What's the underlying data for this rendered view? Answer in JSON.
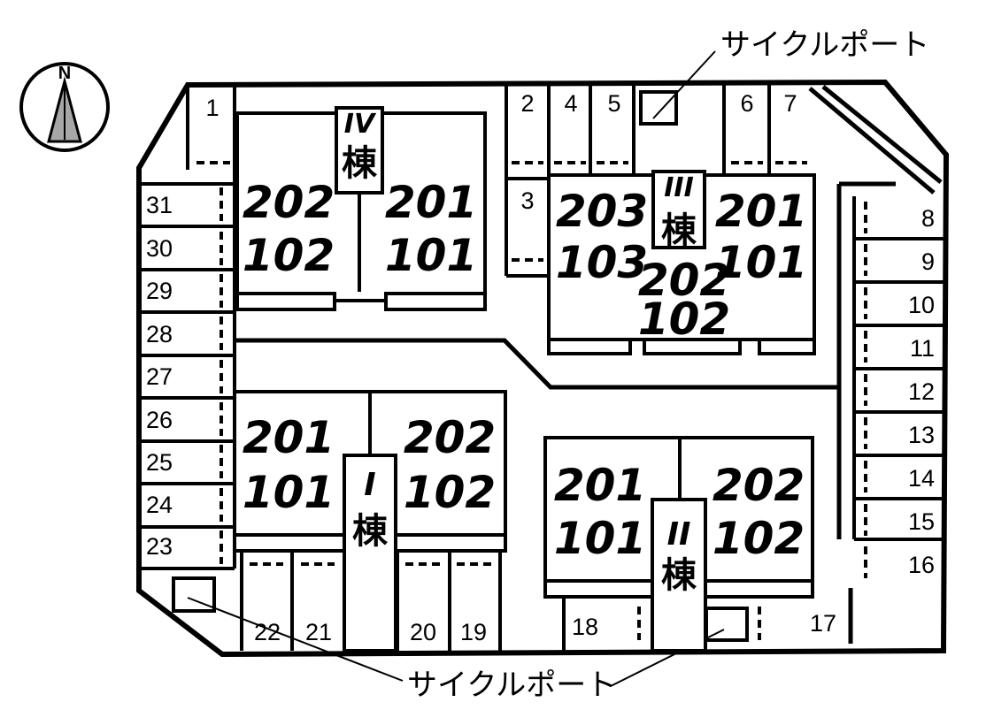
{
  "compass": {
    "letter": "N",
    "icon": "north-arrow-icon"
  },
  "cycle_port_label": "サイクルポート",
  "parking_spaces": [
    {
      "label": "1"
    },
    {
      "label": "2"
    },
    {
      "label": "3"
    },
    {
      "label": "4"
    },
    {
      "label": "5"
    },
    {
      "label": "6"
    },
    {
      "label": "7"
    },
    {
      "label": "8"
    },
    {
      "label": "9"
    },
    {
      "label": "10"
    },
    {
      "label": "11"
    },
    {
      "label": "12"
    },
    {
      "label": "13"
    },
    {
      "label": "14"
    },
    {
      "label": "15"
    },
    {
      "label": "16"
    },
    {
      "label": "17"
    },
    {
      "label": "18"
    },
    {
      "label": "19"
    },
    {
      "label": "20"
    },
    {
      "label": "21"
    },
    {
      "label": "22"
    },
    {
      "label": "23"
    },
    {
      "label": "24"
    },
    {
      "label": "25"
    },
    {
      "label": "26"
    },
    {
      "label": "27"
    },
    {
      "label": "28"
    },
    {
      "label": "29"
    },
    {
      "label": "30"
    },
    {
      "label": "31"
    }
  ],
  "buildings": {
    "I": {
      "numeral": "I",
      "suffix": "棟",
      "left_units": [
        "201",
        "101"
      ],
      "right_units": [
        "202",
        "102"
      ]
    },
    "II": {
      "numeral": "II",
      "suffix": "棟",
      "left_units": [
        "201",
        "101"
      ],
      "right_units": [
        "202",
        "102"
      ]
    },
    "III": {
      "numeral": "III",
      "suffix": "棟",
      "left_units": [
        "203",
        "103"
      ],
      "center_units": [
        "202",
        "102"
      ],
      "right_units": [
        "201",
        "101"
      ]
    },
    "IV": {
      "numeral": "IV",
      "suffix": "棟",
      "left_units": [
        "202",
        "102"
      ],
      "right_units": [
        "201",
        "101"
      ]
    }
  }
}
